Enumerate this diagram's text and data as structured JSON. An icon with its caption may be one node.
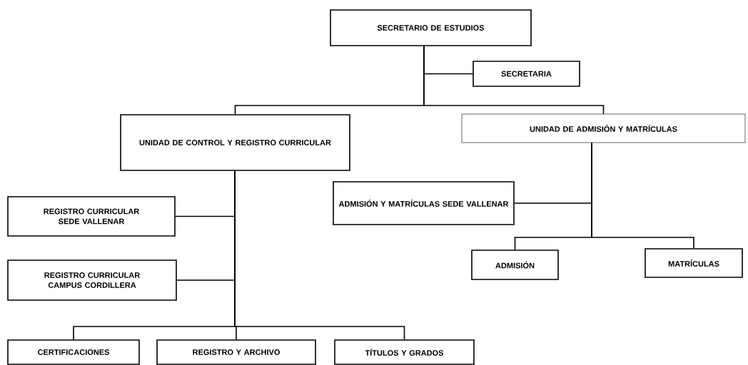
{
  "diagram": {
    "nodes": [
      {
        "text": [
          "SECRETARIO DE ESTUDIOS"
        ]
      },
      {
        "text": [
          "SECRETARIA"
        ]
      },
      {
        "text": [
          "UNIDAD DE CONTROL Y REGISTRO CURRICULAR"
        ]
      },
      {
        "text": [
          "UNIDAD DE ADMISIÓN Y MATRÍCULAS"
        ]
      },
      {
        "text": [
          "ADMISIÓN Y MATRÍCULAS SEDE VALLENAR"
        ]
      },
      {
        "text": [
          "ADMISIÓN"
        ]
      },
      {
        "text": [
          "MATRÍCULAS"
        ]
      },
      {
        "text": [
          "REGISTRO CURRICULAR SEDE VALLENAR"
        ]
      },
      {
        "text": [
          "REGISTRO CURRICULAR CAMPUS CORDILLERA"
        ]
      },
      {
        "text": [
          "CERTIFICACIONES"
        ]
      },
      {
        "text": [
          "REGISTRO Y ARCHIVO"
        ]
      },
      {
        "text": [
          "TÍTULOS Y GRADOS"
        ]
      }
    ],
    "edges": [
      {
        "from": 0,
        "to": 1,
        "arrow": "none"
      },
      {
        "from": 0,
        "to": 2,
        "arrow": "none"
      },
      {
        "from": 0,
        "to": 3,
        "arrow": "none"
      },
      {
        "from": 3,
        "to": 4,
        "arrow": "none"
      },
      {
        "from": 3,
        "to": 5,
        "arrow": "none"
      },
      {
        "from": 3,
        "to": 6,
        "arrow": "none"
      },
      {
        "from": 2,
        "to": 7,
        "arrow": "none"
      },
      {
        "from": 2,
        "to": 8,
        "arrow": "none"
      },
      {
        "from": 2,
        "to": 9,
        "arrow": "none"
      },
      {
        "from": 2,
        "to": 10,
        "arrow": "none"
      },
      {
        "from": 2,
        "to": 11,
        "arrow": "none"
      }
    ]
  }
}
